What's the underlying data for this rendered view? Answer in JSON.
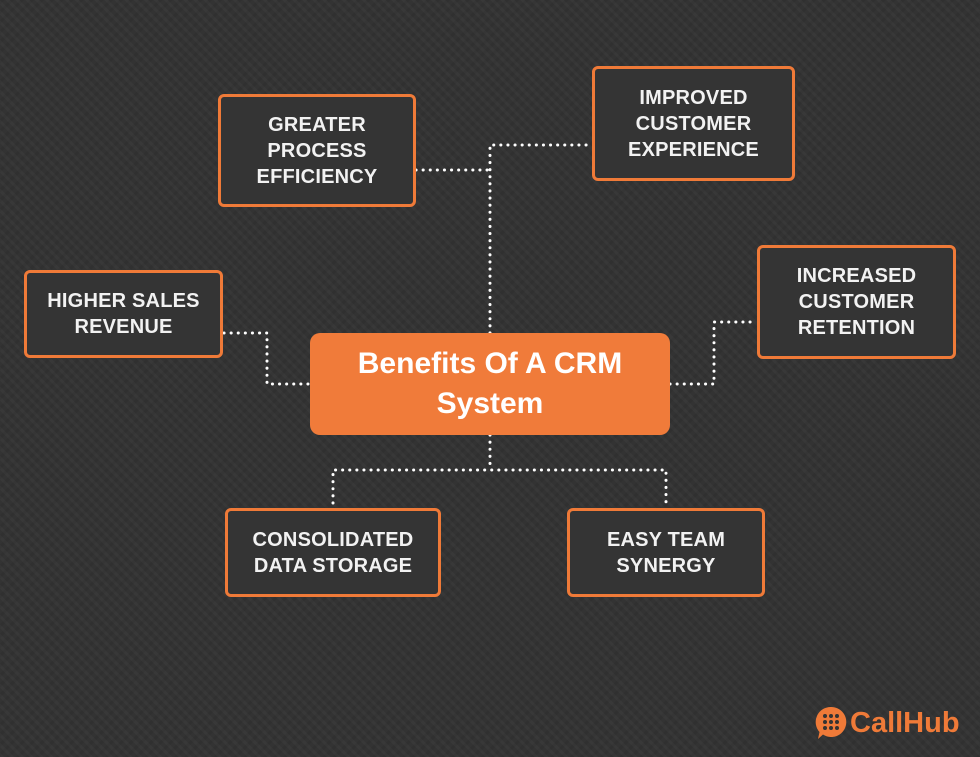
{
  "diagram": {
    "title": "Benefits Of A CRM System",
    "center_node": {
      "label": "Benefits Of A CRM\nSystem"
    },
    "nodes": [
      {
        "id": "greater-process-efficiency",
        "label": "GREATER\nPROCESS\nEFFICIENCY"
      },
      {
        "id": "improved-customer-experience",
        "label": "IMPROVED\nCUSTOMER\nEXPERIENCE"
      },
      {
        "id": "higher-sales-revenue",
        "label": "HIGHER SALES\nREVENUE"
      },
      {
        "id": "increased-customer-retention",
        "label": "INCREASED\nCUSTOMER\nRETENTION"
      },
      {
        "id": "consolidated-data-storage",
        "label": "CONSOLIDATED\nDATA STORAGE"
      },
      {
        "id": "easy-team-synergy",
        "label": "EASY TEAM\nSYNERGY"
      }
    ],
    "colors": {
      "accent": "#f07b3a",
      "background": "#333333",
      "text": "#f2f2f2",
      "connector": "#ffffff"
    }
  },
  "brand": {
    "name": "CallHub",
    "icon": "chat-bubble-keypad-icon"
  }
}
